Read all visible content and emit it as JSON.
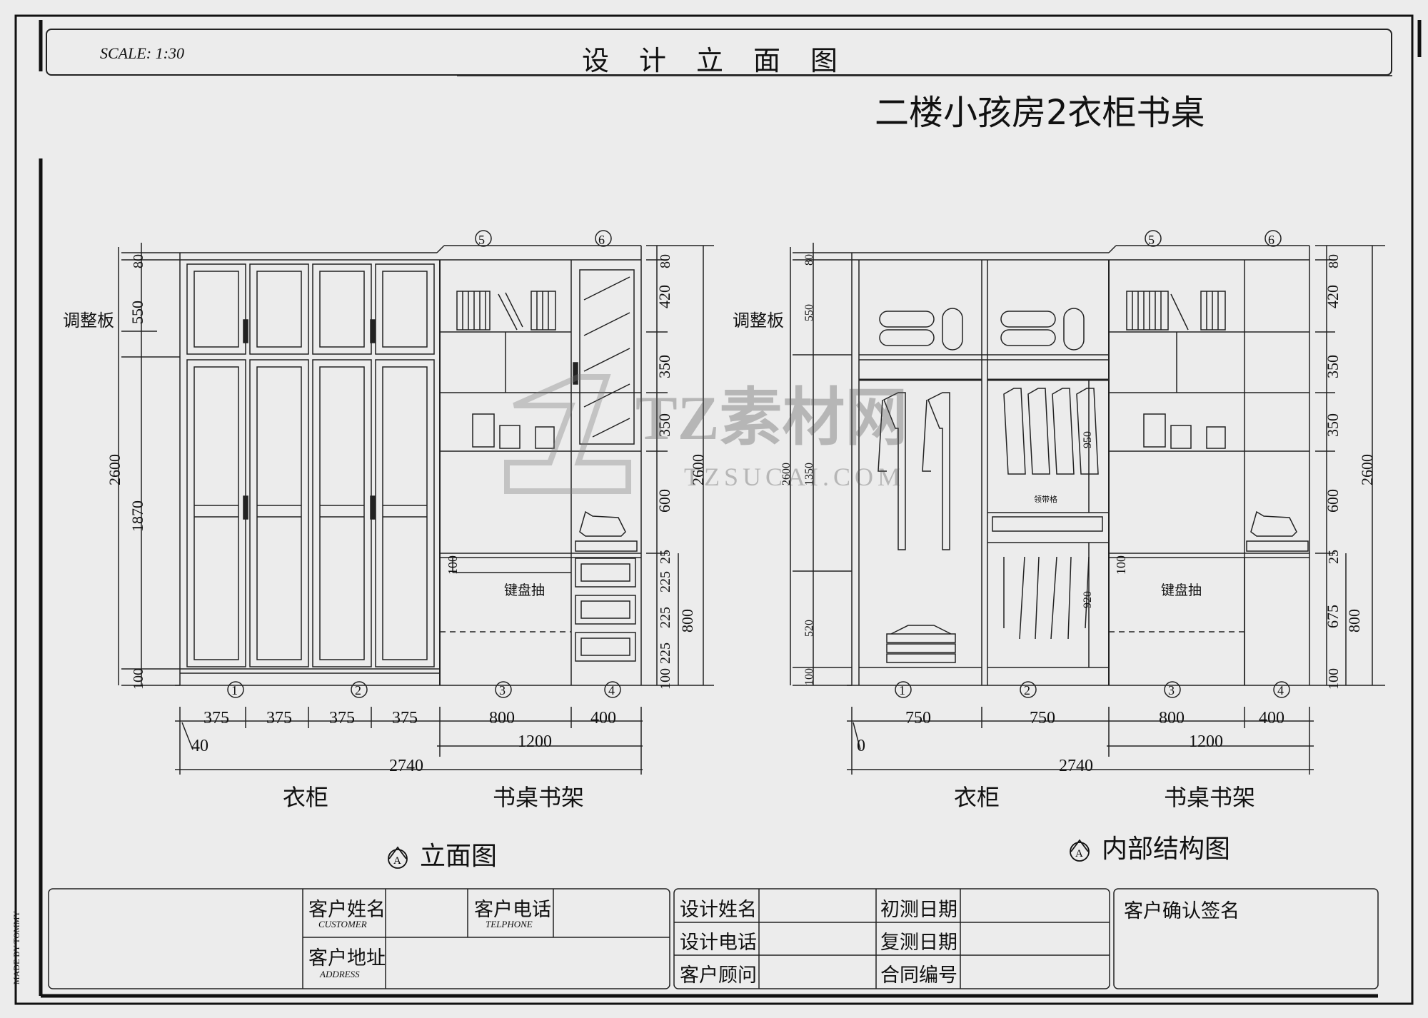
{
  "header": {
    "scale": "SCALE:  1:30",
    "sheet_title": "设计立面图",
    "drawing_title": "二楼小孩房2衣柜书桌"
  },
  "watermark": {
    "text": "TZ素材网",
    "subtext": "TZSUCAI.COM"
  },
  "elevation": {
    "title": "立面图",
    "tag": "A",
    "label_adjust_panel": "调整板",
    "label_keyboard_tray": "键盘抽",
    "section_wardrobe": "衣柜",
    "section_desk": "书桌书架",
    "module_numbers": [
      "1",
      "2",
      "3",
      "4",
      "5",
      "6"
    ],
    "left_dims": [
      "80",
      "550",
      "2600",
      "1870",
      "100"
    ],
    "right_dims": [
      "80",
      "420",
      "350",
      "350",
      "600",
      "25",
      "225",
      "225",
      "225",
      "100",
      "800",
      "2600",
      "100"
    ],
    "desk_height": "100",
    "bottom_dims": [
      "375",
      "375",
      "375",
      "375",
      "800",
      "400"
    ],
    "offset_dim": "40",
    "sub_total": "1200",
    "total": "2740"
  },
  "interior": {
    "title": "内部结构图",
    "tag": "A",
    "label_adjust_panel": "调整板",
    "label_keyboard_tray": "键盘抽",
    "label_tie_rack": "领带格",
    "section_wardrobe": "衣柜",
    "section_desk": "书桌书架",
    "module_numbers": [
      "1",
      "2",
      "3",
      "4",
      "5",
      "6"
    ],
    "left_dims": [
      "80",
      "550",
      "2600",
      "1350",
      "520",
      "100"
    ],
    "inner_dims": [
      "950",
      "920"
    ],
    "right_dims": [
      "80",
      "420",
      "350",
      "350",
      "600",
      "25",
      "675",
      "800",
      "2600",
      "100"
    ],
    "desk_height": "100",
    "bottom_dims": [
      "750",
      "750",
      "800",
      "400"
    ],
    "offset_dim": "0",
    "sub_total": "1200",
    "total": "2740"
  },
  "title_block": {
    "customer_name": "客户姓名",
    "customer_name_en": "CUSTOMER",
    "customer_phone": "客户电话",
    "customer_phone_en": "TELPHONE",
    "customer_address": "客户地址",
    "customer_address_en": "ADDRESS",
    "designer_name": "设计姓名",
    "designer_phone": "设计电话",
    "customer_advisor": "客户顾问",
    "first_measure_date": "初测日期",
    "re_measure_date": "复测日期",
    "contract_number": "合同编号",
    "customer_signature": "客户确认签名"
  },
  "made_by": "MADE BY TOMMY"
}
